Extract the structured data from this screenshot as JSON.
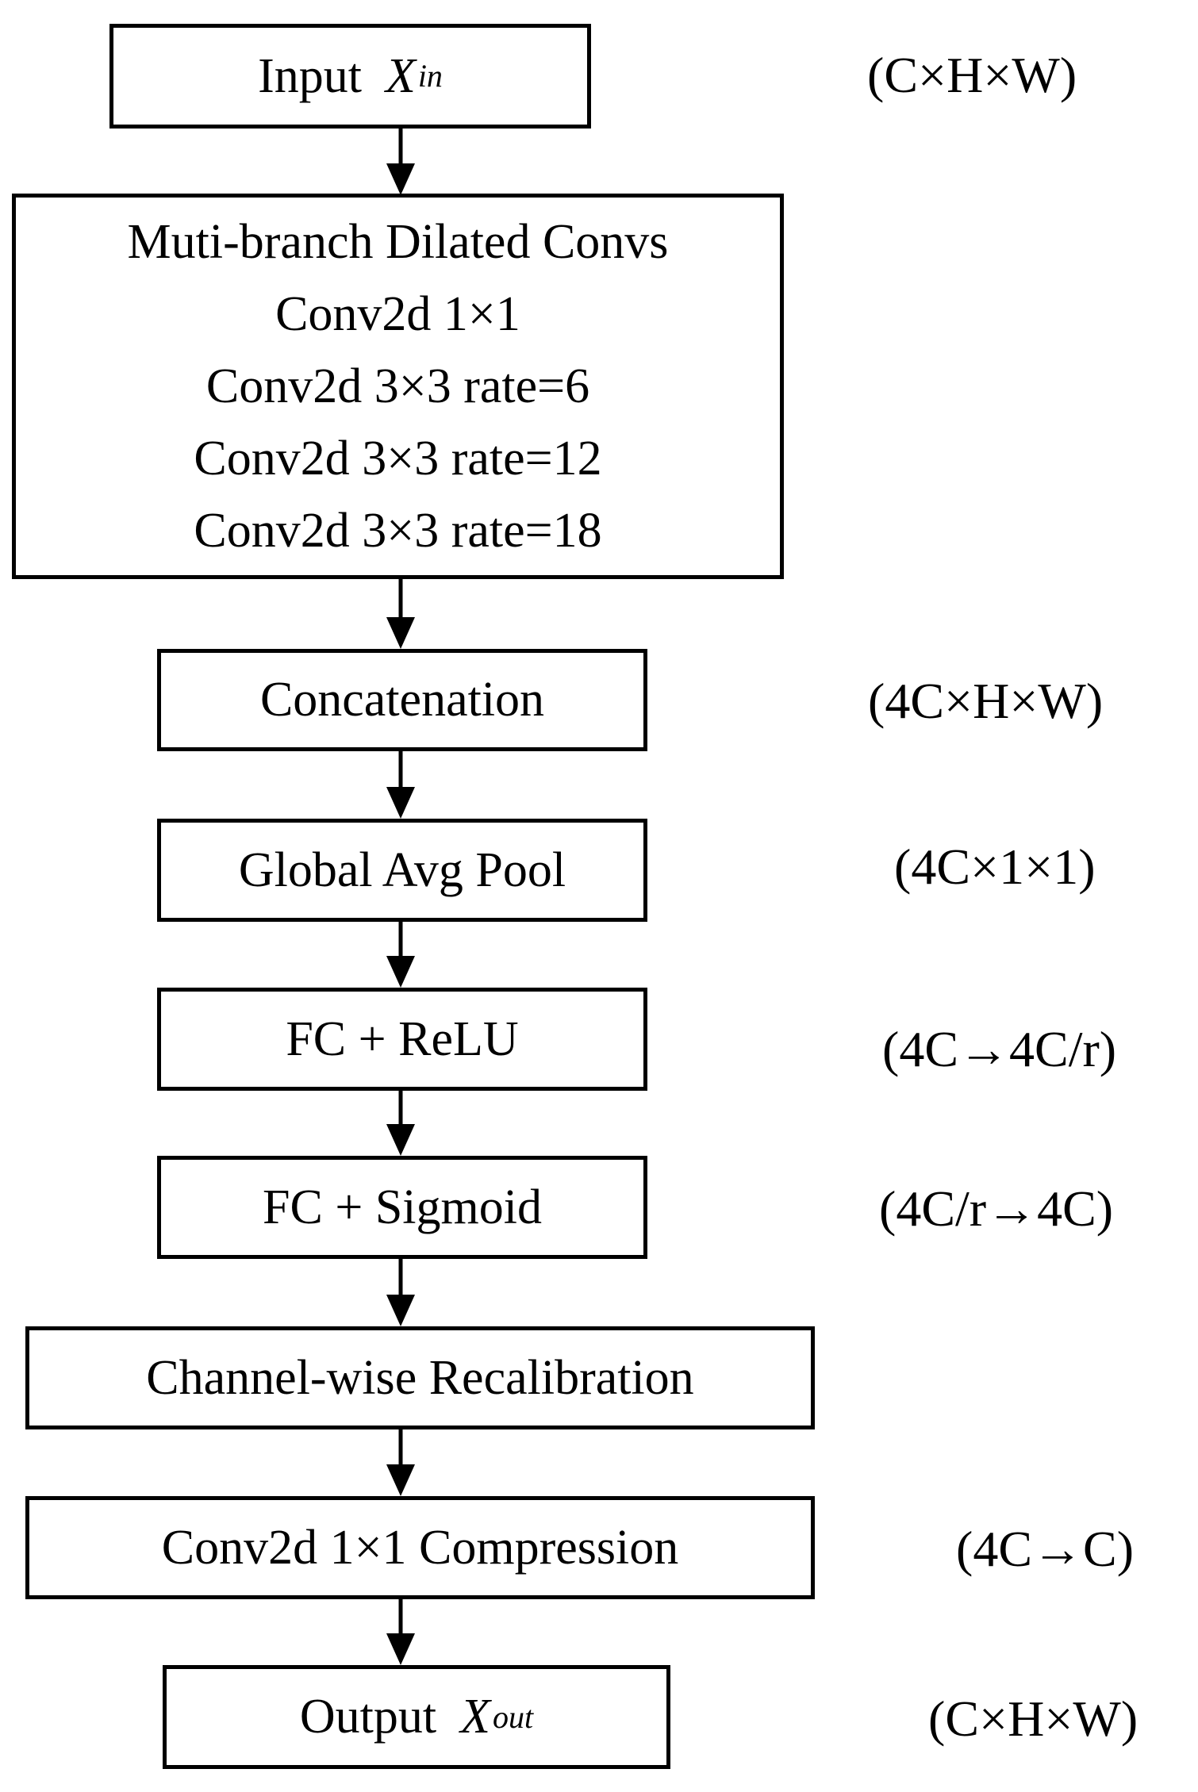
{
  "flow": {
    "input": {
      "label": "Input",
      "var": "X",
      "sub": "in"
    },
    "multibranch": {
      "lines": [
        "Muti-branch Dilated Convs",
        "Conv2d 1×1",
        "Conv2d 3×3 rate=6",
        "Conv2d 3×3 rate=12",
        "Conv2d 3×3 rate=18"
      ]
    },
    "concat": {
      "label": "Concatenation"
    },
    "gap": {
      "label": "Global Avg Pool"
    },
    "fc_relu": {
      "label": "FC + ReLU"
    },
    "fc_sigmoid": {
      "label": "FC + Sigmoid"
    },
    "recalibration": {
      "label": "Channel-wise Recalibration"
    },
    "compression": {
      "label": "Conv2d 1×1 Compression"
    },
    "output": {
      "label": "Output",
      "var": "X",
      "sub": "out"
    }
  },
  "annotations": {
    "input_shape": "(C×H×W)",
    "concat_shape": "(4C×H×W)",
    "gap_shape": "(4C×1×1)",
    "fc_relu_shape": "(4C→4C/r)",
    "fc_sigmoid_shape": "(4C/r→4C)",
    "compression_shape": "(4C→C)",
    "output_shape": "(C×H×W)"
  },
  "colors": {
    "line": "#000000",
    "background": "#ffffff",
    "text": "#000000"
  }
}
